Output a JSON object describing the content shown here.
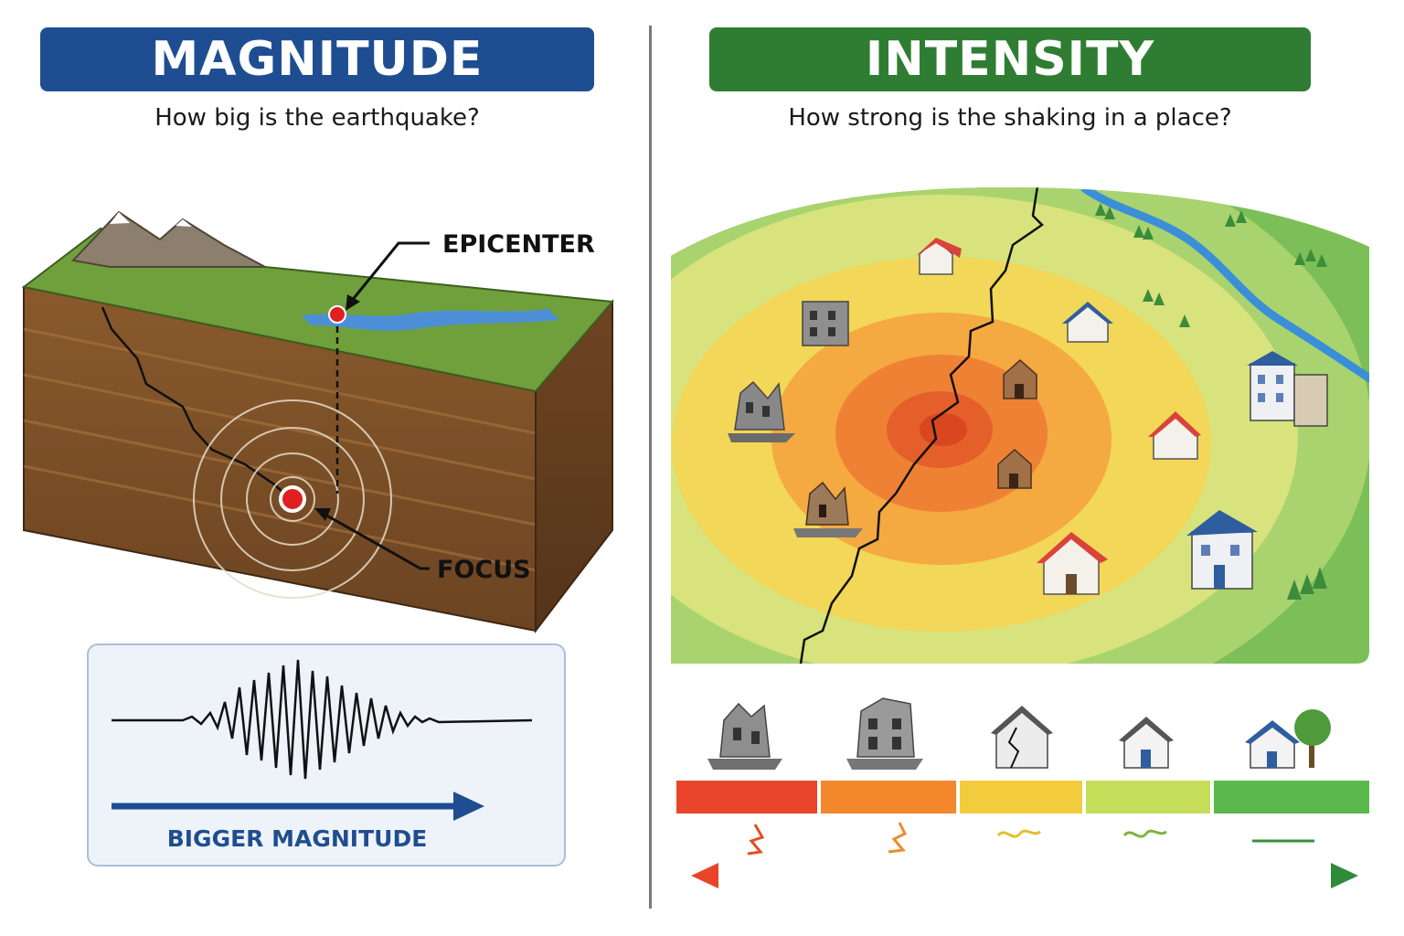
{
  "magnitude": {
    "title": "MAGNITUDE",
    "question": "How big is the earthquake?",
    "labels": {
      "epicenter": "EPICENTER",
      "focus": "FOCUS"
    },
    "arrow_caption": "BIGGER MAGNITUDE",
    "color": "#1e4e91"
  },
  "intensity": {
    "title": "INTENSITY",
    "question": "How strong is the shaking in a place?",
    "color": "#2f7d32",
    "scale_colors": [
      "#e8452a",
      "#f4862b",
      "#f2cc3c",
      "#c6dd5a",
      "#5bb84d"
    ],
    "scale_icons": [
      "collapsed-building-icon",
      "heavily-damaged-building-icon",
      "cracked-house-icon",
      "intact-house-icon",
      "house-with-tree-icon"
    ]
  }
}
